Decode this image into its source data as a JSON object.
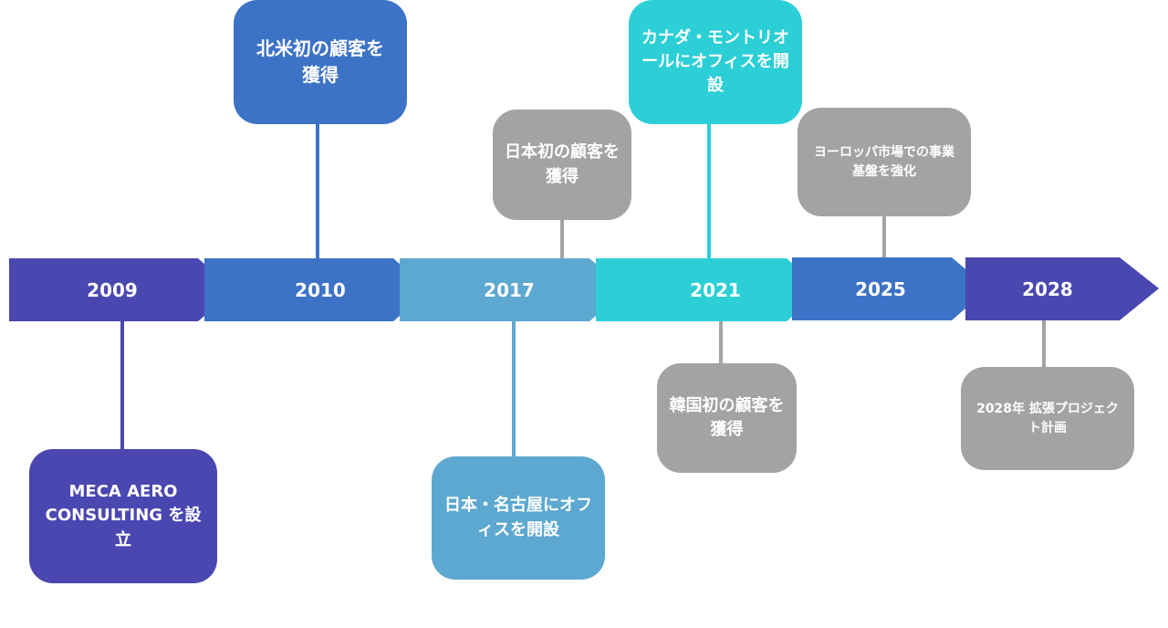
{
  "colors": {
    "indigo": "#4b47b0",
    "blue": "#3d73c6",
    "light_blue": "#5da8d0",
    "cyan": "#2ccfd6",
    "gray": "#a3a3a3"
  },
  "timeline": {
    "years": [
      "2009",
      "2010",
      "2017",
      "2021",
      "2025",
      "2028"
    ]
  },
  "events": {
    "e2009": "MECA AERO CONSULTING を設立",
    "e2010": "北米初の顧客を獲得",
    "e2017_jp_client": "日本初の顧客を獲得",
    "e2017_nagoya": "日本・名古屋にオフィスを開設",
    "e2021_montreal": "カナダ・モントリオールにオフィスを開設",
    "e2021_korea": "韓国初の顧客を獲得",
    "e2025": "ヨーロッパ市場での事業基盤を強化",
    "e2028": "2028年 拡張プロジェクト計画"
  }
}
